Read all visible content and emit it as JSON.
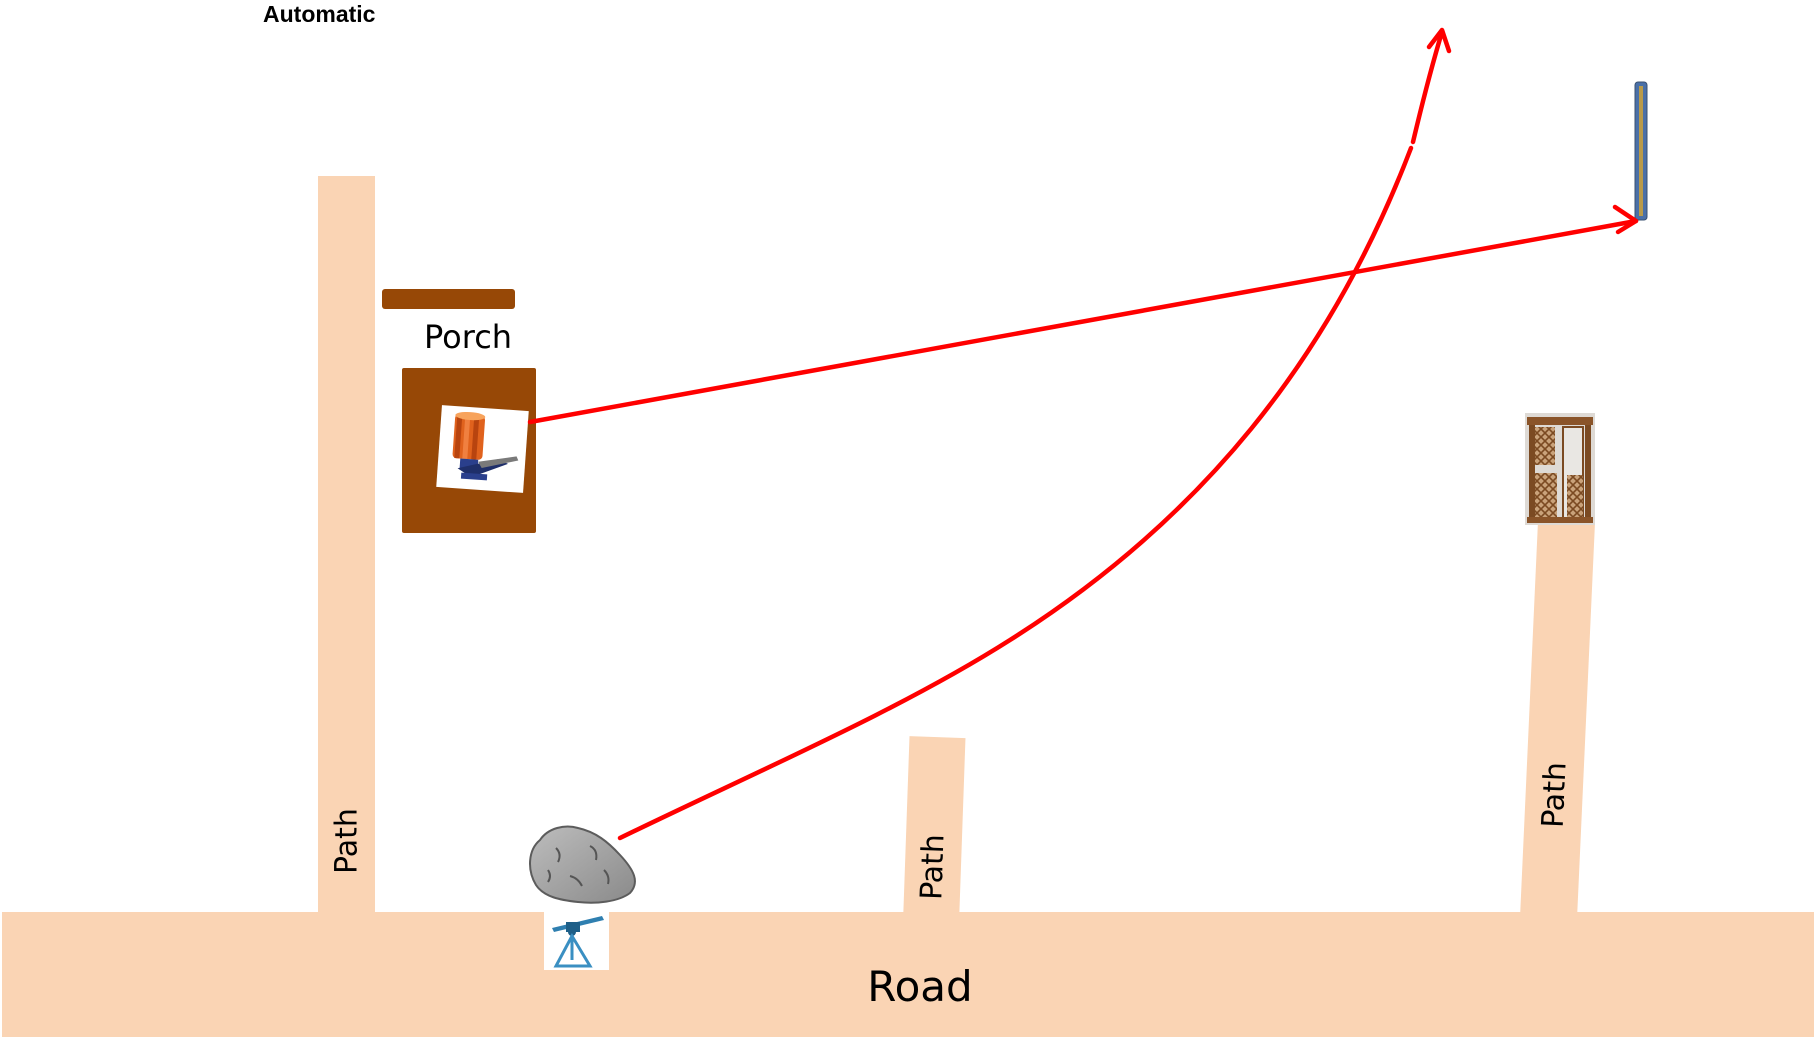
{
  "title": "Automatic",
  "labels": {
    "porch": "Porch",
    "road": "Road",
    "path_left": "Path",
    "path_mid": "Path",
    "path_right": "Path"
  },
  "colors": {
    "road_path": "#fad4b4",
    "porch": "#974806",
    "trajectory": "#ff0000",
    "target_post": "#5a5f68"
  },
  "icons": [
    "clay-thrower-icon",
    "rock-icon",
    "launcher-on-tripod-icon",
    "wooden-gazebo-icon",
    "target-post-icon"
  ]
}
